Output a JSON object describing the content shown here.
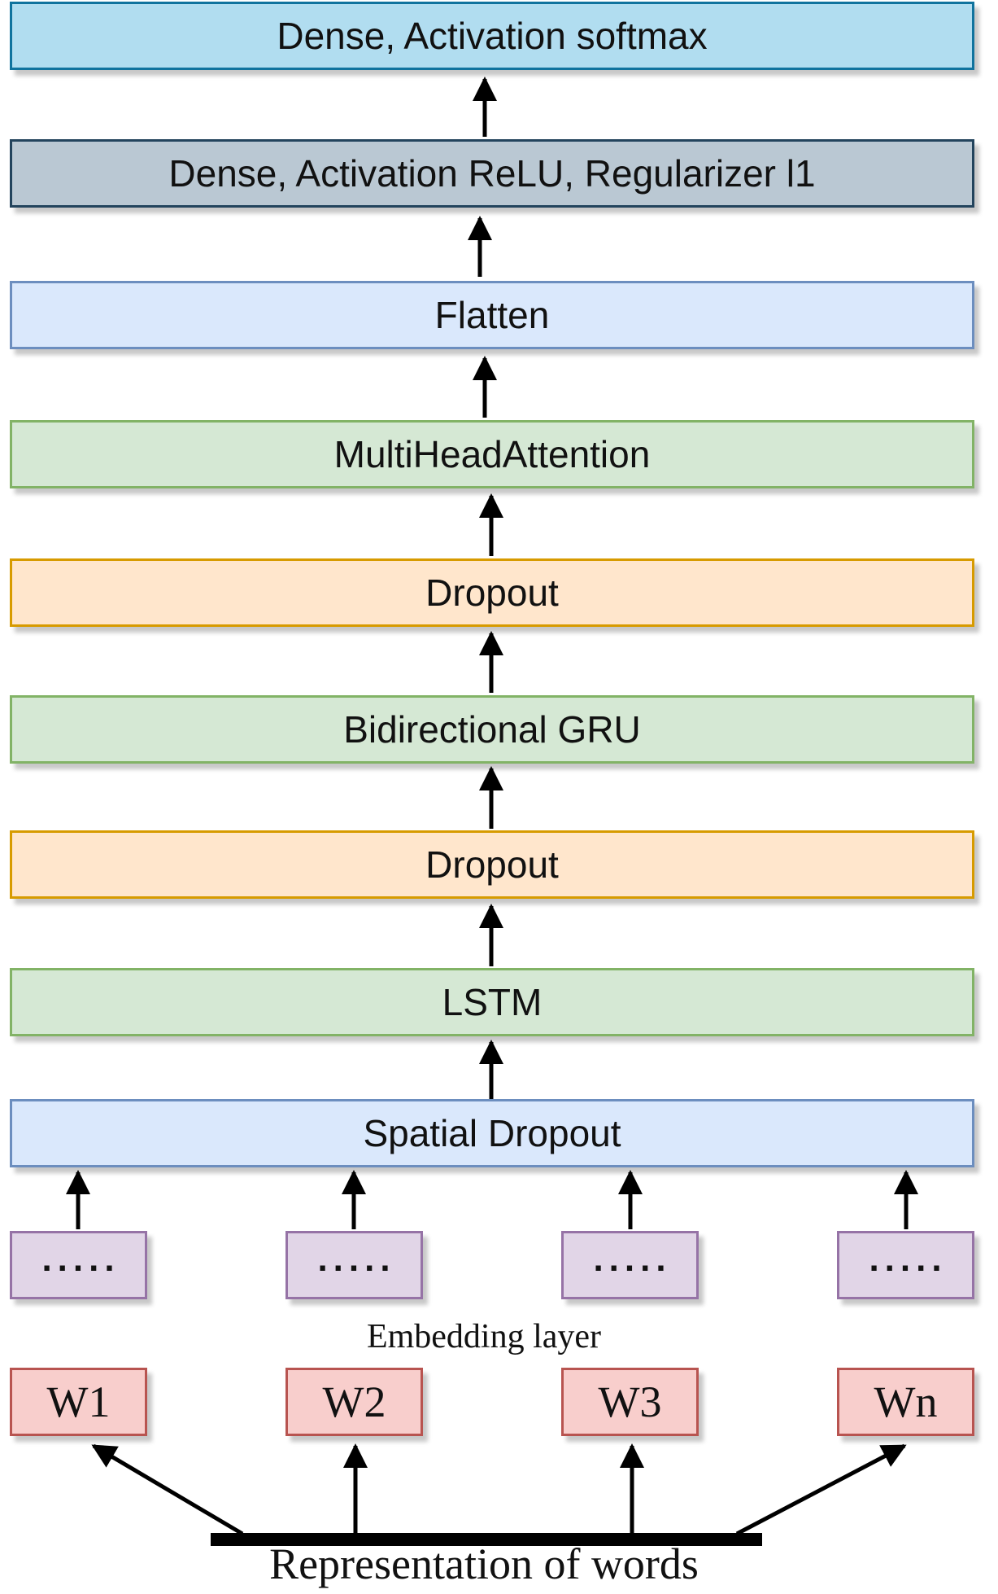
{
  "layers": [
    {
      "label": "Dense, Activation softmax",
      "fill": "#b1ddf0",
      "stroke": "#10739e"
    },
    {
      "label": "Dense, Activation ReLU, Regularizer l1",
      "fill": "#bac8d3",
      "stroke": "#23445d"
    },
    {
      "label": "Flatten",
      "fill": "#dae8fc",
      "stroke": "#6c8ebf"
    },
    {
      "label": "MultiHeadAttention",
      "fill": "#d5e8d4",
      "stroke": "#82b366"
    },
    {
      "label": "Dropout",
      "fill": "#ffe6cc",
      "stroke": "#d79b00"
    },
    {
      "label": "Bidirectional GRU",
      "fill": "#d5e8d4",
      "stroke": "#82b366"
    },
    {
      "label": "Dropout",
      "fill": "#ffe6cc",
      "stroke": "#d79b00"
    },
    {
      "label": "LSTM",
      "fill": "#d5e8d4",
      "stroke": "#82b366"
    },
    {
      "label": "Spatial Dropout",
      "fill": "#dae8fc",
      "stroke": "#6c8ebf"
    }
  ],
  "embeddings": [
    {
      "label": "....."
    },
    {
      "label": "....."
    },
    {
      "label": "....."
    },
    {
      "label": "....."
    }
  ],
  "embedding_caption": "Embedding layer",
  "words": [
    {
      "label": "W1"
    },
    {
      "label": "W2"
    },
    {
      "label": "W3"
    },
    {
      "label": "Wn"
    }
  ],
  "bottom_caption": "Representation of words"
}
